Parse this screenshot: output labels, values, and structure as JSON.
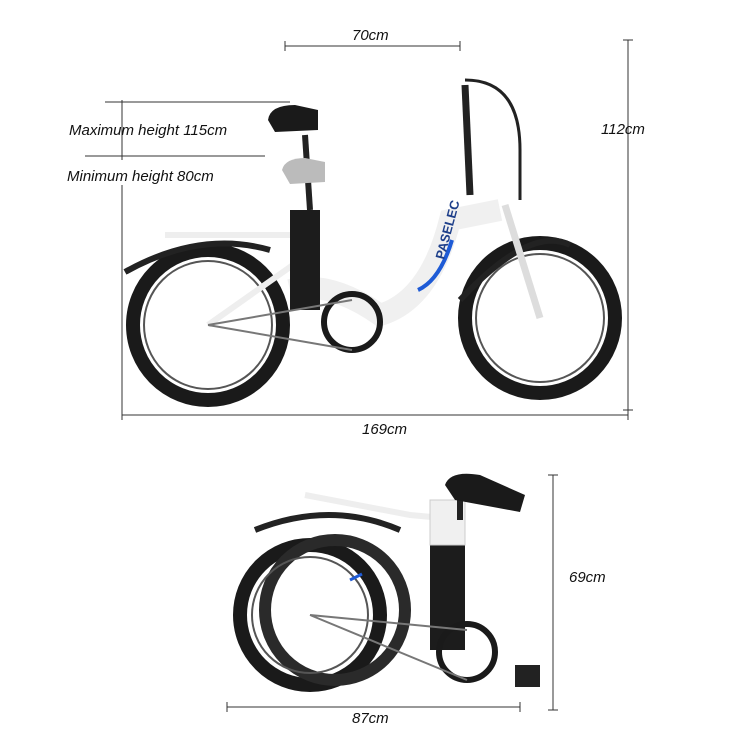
{
  "dimensions": {
    "handlebar_reach": "70cm",
    "total_height": "112cm",
    "max_seat_height": "Maximum height  115cm",
    "min_seat_height": "Minimum height 80cm",
    "total_length": "169cm",
    "folded_height": "69cm",
    "folded_length": "87cm"
  },
  "brand": "PASELEC",
  "colors": {
    "frame": "#f4f4f4",
    "accent": "#1e5bd6",
    "tire": "#1a1a1a"
  }
}
